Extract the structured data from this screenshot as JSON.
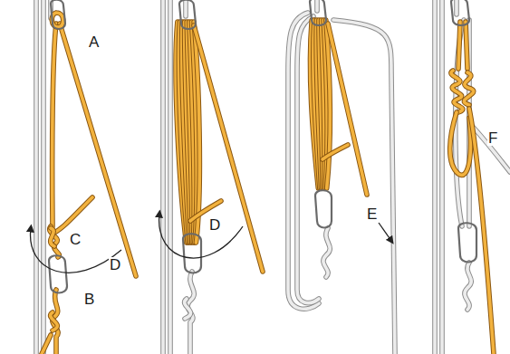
{
  "diagram": {
    "labels": [
      "A",
      "C",
      "B",
      "D",
      "D",
      "E",
      "F"
    ]
  }
}
